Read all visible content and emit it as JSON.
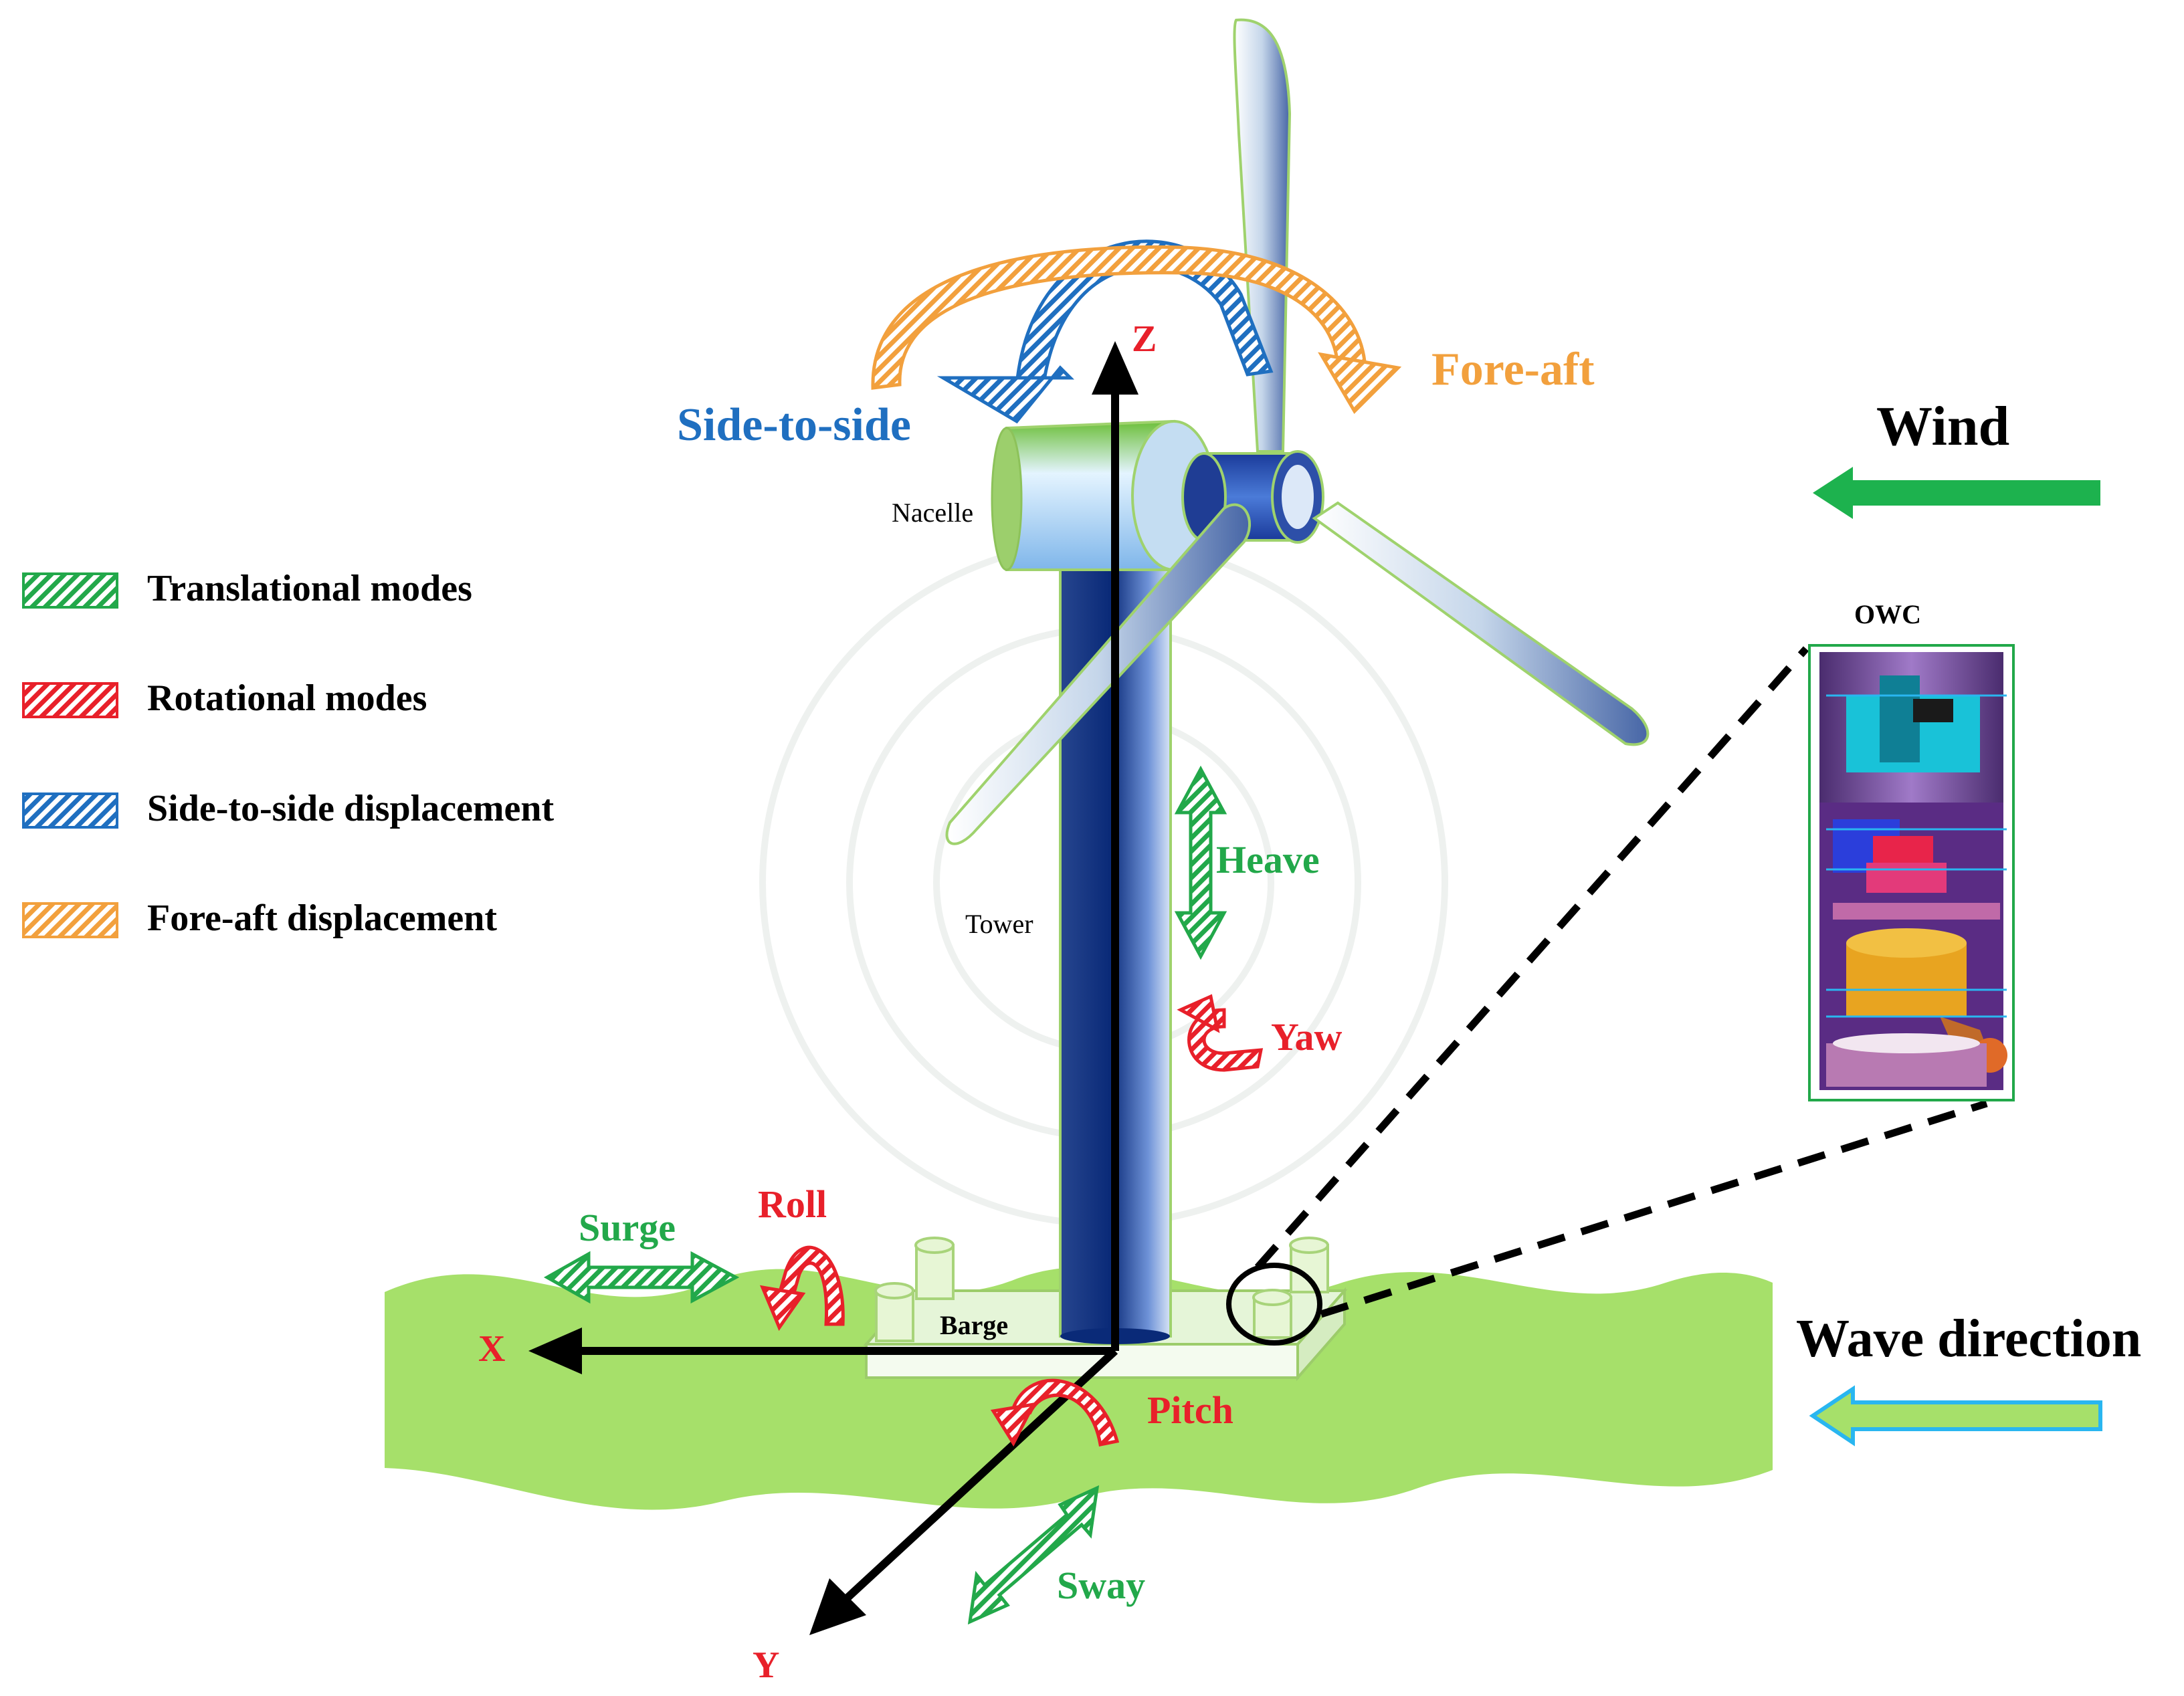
{
  "labels": {
    "nacelle": "Nacelle",
    "tower": "Tower",
    "barge": "Barge",
    "owc": "OWC",
    "wind": "Wind",
    "wave_direction": "Wave direction"
  },
  "axes": {
    "x": "X",
    "y": "Y",
    "z": "Z"
  },
  "modes": {
    "surge": "Surge",
    "sway": "Sway",
    "heave": "Heave",
    "roll": "Roll",
    "pitch": "Pitch",
    "yaw": "Yaw",
    "side_to_side": "Side-to-side",
    "fore_aft": "Fore-aft"
  },
  "legend": [
    {
      "label": "Translational modes",
      "color": "#22a84a"
    },
    {
      "label": "Rotational modes",
      "color": "#e8202a"
    },
    {
      "label": "Side-to-side displacement",
      "color": "#1f6fc0"
    },
    {
      "label": "Fore-aft displacement",
      "color": "#f2a03d"
    }
  ],
  "colors": {
    "translational": "#22a84a",
    "rotational": "#e8202a",
    "side_to_side": "#1f6fc0",
    "fore_aft": "#f2a03d",
    "sea": "#a6e06a",
    "wind_arrow": "#1db24e",
    "wave_arrow_fill": "#a6e06a",
    "wave_arrow_stroke": "#29b6f0"
  }
}
